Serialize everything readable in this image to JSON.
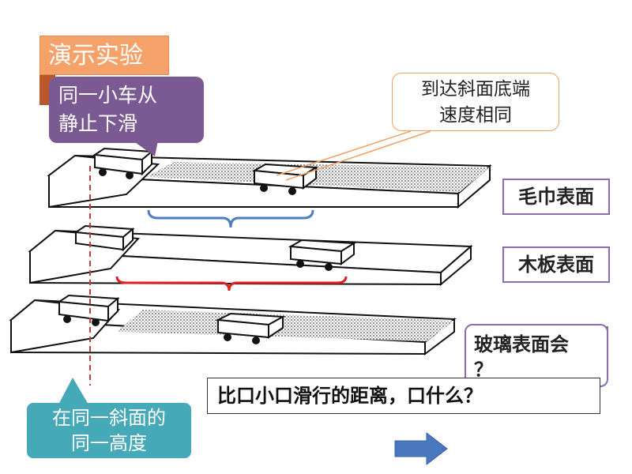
{
  "title": "演示实验",
  "callouts": {
    "same_cart": [
      "同一小车从",
      "静止下滑"
    ],
    "same_speed": [
      "到达斜面底端",
      "速度相同"
    ],
    "same_height": [
      "在同一斜面的",
      "同一高度"
    ],
    "glass": [
      "玻璃表面会",
      "？"
    ]
  },
  "surfaces": {
    "towel": "毛巾表面",
    "wood": "木板表面"
  },
  "question": "比口小口滑行的距离，口什么？",
  "colors": {
    "title_bg": "#f4a26a",
    "callout_purple": "#7b5a94",
    "callout_teal": "#46a9b8",
    "brace_blue": "#4a7fc0",
    "brace_red": "#e02020",
    "dashed_line": "#c04040",
    "arrow": "#4a78c0",
    "label_border": "#8e6bb0"
  },
  "icons": [
    "cart-icon",
    "right-arrow-icon"
  ]
}
